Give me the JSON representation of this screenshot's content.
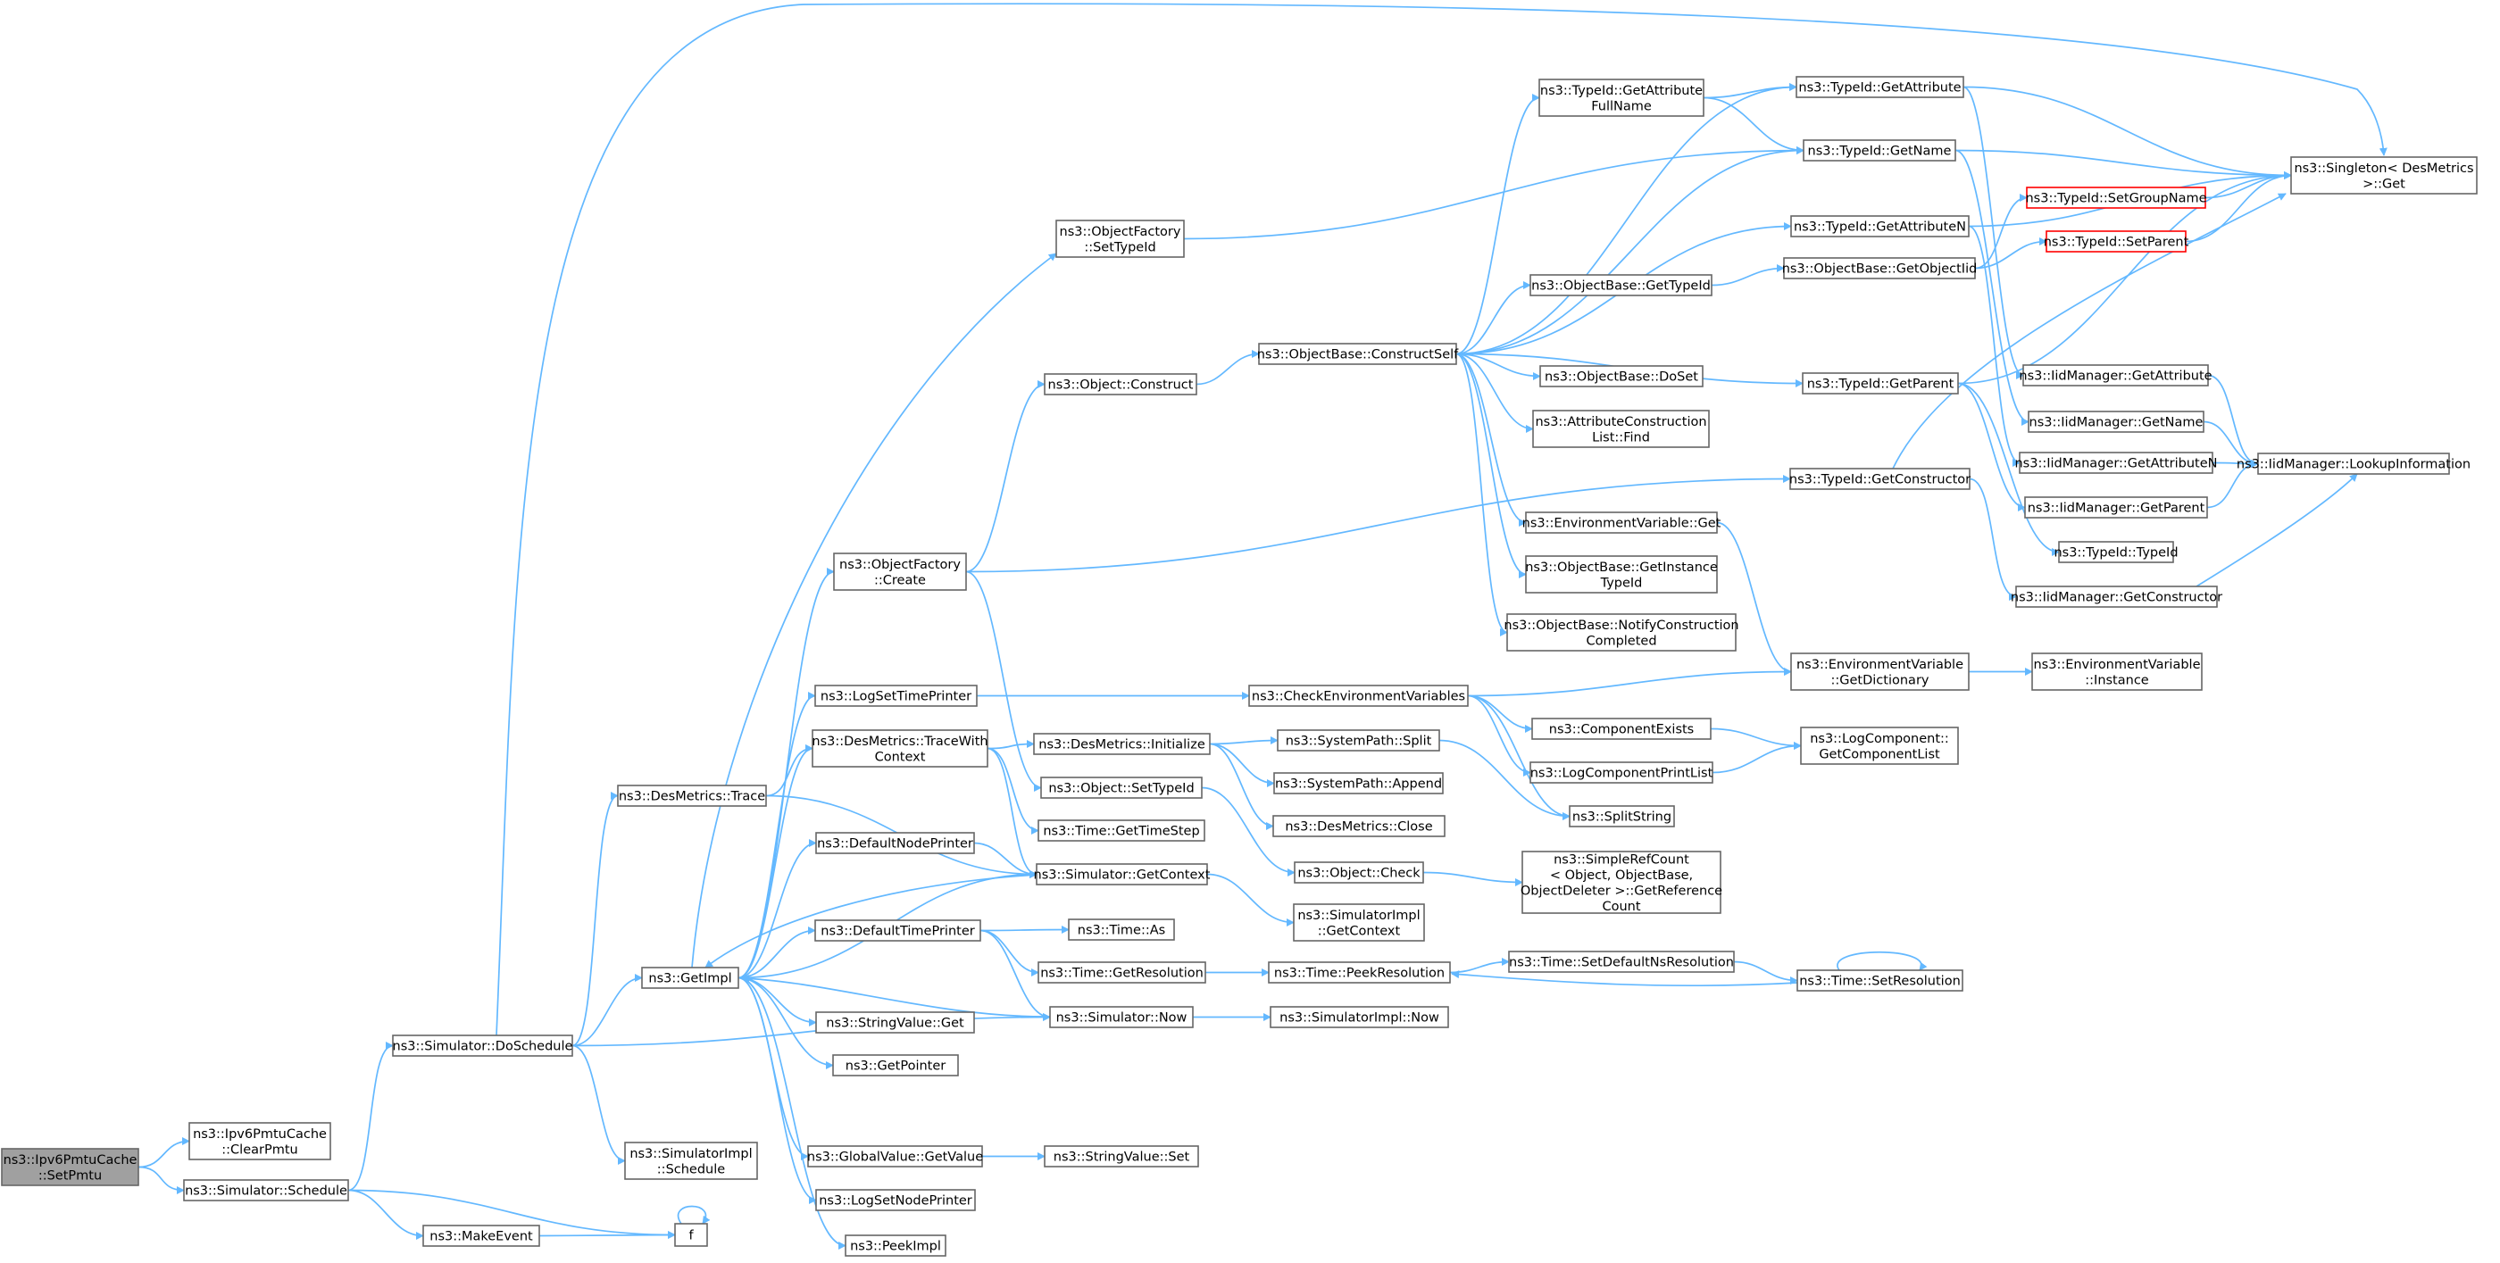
{
  "nodes": {
    "n_setpmtu": [
      "ns3::Ipv6PmtuCache",
      "::SetPmtu"
    ],
    "n_clearpmtu": [
      "ns3::Ipv6PmtuCache",
      "::ClearPmtu"
    ],
    "n_schedule": [
      "ns3::Simulator::Schedule"
    ],
    "n_doschedule": [
      "ns3::Simulator::DoSchedule"
    ],
    "n_makeevent": [
      "ns3::MakeEvent"
    ],
    "n_f": [
      "f"
    ],
    "n_implschedule": [
      "ns3::SimulatorImpl",
      "::Schedule"
    ],
    "n_getimpl": [
      "ns3::GetImpl"
    ],
    "n_destrace": [
      "ns3::DesMetrics::Trace"
    ],
    "n_logsettime": [
      "ns3::LogSetTimePrinter"
    ],
    "n_tracewith": [
      "ns3::DesMetrics::TraceWith",
      "Context"
    ],
    "n_defnode": [
      "ns3::DefaultNodePrinter"
    ],
    "n_defaulttime": [
      "ns3::DefaultTimePrinter"
    ],
    "n_stringget": [
      "ns3::StringValue::Get"
    ],
    "n_getpointer": [
      "ns3::GetPointer"
    ],
    "n_globalget": [
      "ns3::GlobalValue::GetValue"
    ],
    "n_logsetnode": [
      "ns3::LogSetNodePrinter"
    ],
    "n_peekimpl": [
      "ns3::PeekImpl"
    ],
    "n_objfactcreate": [
      "ns3::ObjectFactory",
      "::Create"
    ],
    "n_objfactsettype": [
      "ns3::ObjectFactory",
      "::SetTypeId"
    ],
    "n_objconstruct": [
      "ns3::Object::Construct"
    ],
    "n_desinit": [
      "ns3::DesMetrics::Initialize"
    ],
    "n_objsettypeid": [
      "ns3::Object::SetTypeId"
    ],
    "n_gettimestep": [
      "ns3::Time::GetTimeStep"
    ],
    "n_simgetcontext": [
      "ns3::Simulator::GetContext"
    ],
    "n_timeas": [
      "ns3::Time::As"
    ],
    "n_timegetres": [
      "ns3::Time::GetResolution"
    ],
    "n_simnow": [
      "ns3::Simulator::Now"
    ],
    "n_strset": [
      "ns3::StringValue::Set"
    ],
    "n_constructself": [
      "ns3::ObjectBase::ConstructSelf"
    ],
    "n_checkenv": [
      "ns3::CheckEnvironmentVariables"
    ],
    "n_syssplit": [
      "ns3::SystemPath::Split"
    ],
    "n_sysappend": [
      "ns3::SystemPath::Append"
    ],
    "n_desclose": [
      "ns3::DesMetrics::Close"
    ],
    "n_objcheck": [
      "ns3::Object::Check"
    ],
    "n_implgetctx": [
      "ns3::SimulatorImpl",
      "::GetContext"
    ],
    "n_peekres": [
      "ns3::Time::PeekResolution"
    ],
    "n_implnow": [
      "ns3::SimulatorImpl::Now"
    ],
    "n_tidgetattrfull": [
      "ns3::TypeId::GetAttribute",
      "FullName"
    ],
    "n_objgettypeid": [
      "ns3::ObjectBase::GetTypeId"
    ],
    "n_objdoset": [
      "ns3::ObjectBase::DoSet"
    ],
    "n_attrfind": [
      "ns3::AttributeConstruction",
      "List::Find"
    ],
    "n_envget": [
      "ns3::EnvironmentVariable::Get"
    ],
    "n_getinsttid": [
      "ns3::ObjectBase::GetInstance",
      "TypeId"
    ],
    "n_notify": [
      "ns3::ObjectBase::NotifyConstruction",
      "Completed"
    ],
    "n_compexists": [
      "ns3::ComponentExists"
    ],
    "n_logcompprint": [
      "ns3::LogComponentPrintList"
    ],
    "n_splitstr": [
      "ns3::SplitString"
    ],
    "n_simpleref": [
      "ns3::SimpleRefCount",
      "< Object, ObjectBase,",
      "ObjectDeleter >::GetReference",
      "Count"
    ],
    "n_setdefns": [
      "ns3::Time::SetDefaultNsResolution"
    ],
    "n_tidgetattr": [
      "ns3::TypeId::GetAttribute"
    ],
    "n_tidgetname": [
      "ns3::TypeId::GetName"
    ],
    "n_tidgetattrn": [
      "ns3::TypeId::GetAttributeN"
    ],
    "n_objgetiid": [
      "ns3::ObjectBase::GetObjectIid"
    ],
    "n_tidgetparent": [
      "ns3::TypeId::GetParent"
    ],
    "n_tidgetctor": [
      "ns3::TypeId::GetConstructor"
    ],
    "n_envdict": [
      "ns3::EnvironmentVariable",
      "::GetDictionary"
    ],
    "n_logcompget": [
      "ns3::LogComponent::",
      "GetComponentList"
    ],
    "n_timesetres": [
      "ns3::Time::SetResolution"
    ],
    "n_setgroup": [
      "ns3::TypeId::SetGroupName"
    ],
    "n_setparent": [
      "ns3::TypeId::SetParent"
    ],
    "n_iidgetattr": [
      "ns3::IidManager::GetAttribute"
    ],
    "n_iidgetname": [
      "ns3::IidManager::GetName"
    ],
    "n_iidgetattrn": [
      "ns3::IidManager::GetAttributeN"
    ],
    "n_iidgetparent": [
      "ns3::IidManager::GetParent"
    ],
    "n_tidtypeid": [
      "ns3::TypeId::TypeId"
    ],
    "n_iidgetctor": [
      "ns3::IidManager::GetConstructor"
    ],
    "n_envinstance": [
      "ns3::EnvironmentVariable",
      "::Instance"
    ],
    "n_singleton": [
      "ns3::Singleton< DesMetrics",
      ">::Get"
    ],
    "n_iidlookup": [
      "ns3::IidManager::LookupInformation"
    ]
  },
  "edges": [
    [
      "n_setpmtu",
      "n_clearpmtu"
    ],
    [
      "n_setpmtu",
      "n_schedule"
    ],
    [
      "n_schedule",
      "n_doschedule"
    ],
    [
      "n_schedule",
      "n_makeevent"
    ],
    [
      "n_schedule",
      "n_f"
    ],
    [
      "n_makeevent",
      "n_f"
    ],
    [
      "n_f",
      "n_f"
    ],
    [
      "n_doschedule",
      "n_singleton"
    ],
    [
      "n_doschedule",
      "n_destrace"
    ],
    [
      "n_doschedule",
      "n_getimpl"
    ],
    [
      "n_doschedule",
      "n_implschedule"
    ],
    [
      "n_doschedule",
      "n_simnow"
    ],
    [
      "n_destrace",
      "n_tracewith"
    ],
    [
      "n_destrace",
      "n_simgetcontext"
    ],
    [
      "n_getimpl",
      "n_objfactsettype"
    ],
    [
      "n_getimpl",
      "n_objfactcreate"
    ],
    [
      "n_getimpl",
      "n_logsettime"
    ],
    [
      "n_getimpl",
      "n_tracewith"
    ],
    [
      "n_getimpl",
      "n_defnode"
    ],
    [
      "n_getimpl",
      "n_defaulttime"
    ],
    [
      "n_getimpl",
      "n_stringget"
    ],
    [
      "n_getimpl",
      "n_getpointer"
    ],
    [
      "n_getimpl",
      "n_globalget"
    ],
    [
      "n_getimpl",
      "n_logsetnode"
    ],
    [
      "n_getimpl",
      "n_peekimpl"
    ],
    [
      "n_getimpl",
      "n_simgetcontext"
    ],
    [
      "n_simgetcontext",
      "n_getimpl"
    ],
    [
      "n_simnow",
      "n_getimpl"
    ],
    [
      "n_objfactcreate",
      "n_objconstruct"
    ],
    [
      "n_objfactcreate",
      "n_tidgetctor"
    ],
    [
      "n_objfactcreate",
      "n_objsettypeid"
    ],
    [
      "n_objfactsettype",
      "n_tidgetname"
    ],
    [
      "n_objconstruct",
      "n_constructself"
    ],
    [
      "n_logsettime",
      "n_checkenv"
    ],
    [
      "n_tracewith",
      "n_desinit"
    ],
    [
      "n_tracewith",
      "n_gettimestep"
    ],
    [
      "n_tracewith",
      "n_simgetcontext"
    ],
    [
      "n_defnode",
      "n_simgetcontext"
    ],
    [
      "n_defaulttime",
      "n_timeas"
    ],
    [
      "n_defaulttime",
      "n_timegetres"
    ],
    [
      "n_defaulttime",
      "n_simnow"
    ],
    [
      "n_globalget",
      "n_strset"
    ],
    [
      "n_desinit",
      "n_syssplit"
    ],
    [
      "n_desinit",
      "n_sysappend"
    ],
    [
      "n_desinit",
      "n_desclose"
    ],
    [
      "n_objsettypeid",
      "n_objcheck"
    ],
    [
      "n_simgetcontext",
      "n_implgetctx"
    ],
    [
      "n_timegetres",
      "n_peekres"
    ],
    [
      "n_simnow",
      "n_implnow"
    ],
    [
      "n_constructself",
      "n_tidgetattrfull"
    ],
    [
      "n_constructself",
      "n_tidgetattr"
    ],
    [
      "n_constructself",
      "n_tidgetname"
    ],
    [
      "n_constructself",
      "n_tidgetattrn"
    ],
    [
      "n_constructself",
      "n_objgettypeid"
    ],
    [
      "n_constructself",
      "n_tidgetparent"
    ],
    [
      "n_constructself",
      "n_objdoset"
    ],
    [
      "n_constructself",
      "n_attrfind"
    ],
    [
      "n_constructself",
      "n_envget"
    ],
    [
      "n_constructself",
      "n_getinsttid"
    ],
    [
      "n_constructself",
      "n_notify"
    ],
    [
      "n_checkenv",
      "n_envdict"
    ],
    [
      "n_checkenv",
      "n_compexists"
    ],
    [
      "n_checkenv",
      "n_logcompprint"
    ],
    [
      "n_checkenv",
      "n_splitstr"
    ],
    [
      "n_syssplit",
      "n_splitstr"
    ],
    [
      "n_objcheck",
      "n_simpleref"
    ],
    [
      "n_peekres",
      "n_setdefns"
    ],
    [
      "n_tidgetattrfull",
      "n_tidgetattr"
    ],
    [
      "n_tidgetattrfull",
      "n_tidgetname"
    ],
    [
      "n_objgettypeid",
      "n_objgetiid"
    ],
    [
      "n_envget",
      "n_envdict"
    ],
    [
      "n_compexists",
      "n_logcompget"
    ],
    [
      "n_logcompprint",
      "n_logcompget"
    ],
    [
      "n_setdefns",
      "n_timesetres"
    ],
    [
      "n_timesetres",
      "n_peekres"
    ],
    [
      "n_timesetres",
      "n_timesetres"
    ],
    [
      "n_tidgetattr",
      "n_singleton"
    ],
    [
      "n_tidgetattr",
      "n_iidgetattr"
    ],
    [
      "n_tidgetname",
      "n_singleton"
    ],
    [
      "n_tidgetname",
      "n_iidgetname"
    ],
    [
      "n_tidgetattrn",
      "n_singleton"
    ],
    [
      "n_tidgetattrn",
      "n_iidgetattrn"
    ],
    [
      "n_objgetiid",
      "n_setgroup"
    ],
    [
      "n_objgetiid",
      "n_setparent"
    ],
    [
      "n_tidgetparent",
      "n_singleton"
    ],
    [
      "n_tidgetparent",
      "n_iidgetparent"
    ],
    [
      "n_tidgetparent",
      "n_tidtypeid"
    ],
    [
      "n_tidgetctor",
      "n_iidgetctor"
    ],
    [
      "n_tidgetctor",
      "n_singleton"
    ],
    [
      "n_envdict",
      "n_envinstance"
    ],
    [
      "n_setgroup",
      "n_singleton"
    ],
    [
      "n_setparent",
      "n_singleton"
    ],
    [
      "n_iidgetattr",
      "n_iidlookup"
    ],
    [
      "n_iidgetname",
      "n_iidlookup"
    ],
    [
      "n_iidgetattrn",
      "n_iidlookup"
    ],
    [
      "n_iidgetparent",
      "n_iidlookup"
    ],
    [
      "n_iidgetctor",
      "n_iidlookup"
    ]
  ],
  "colors": {
    "edge": "#63b8ff",
    "root_fill": "#a0a0a0",
    "node_border": "#666666",
    "warning_border": "#ff0000"
  }
}
